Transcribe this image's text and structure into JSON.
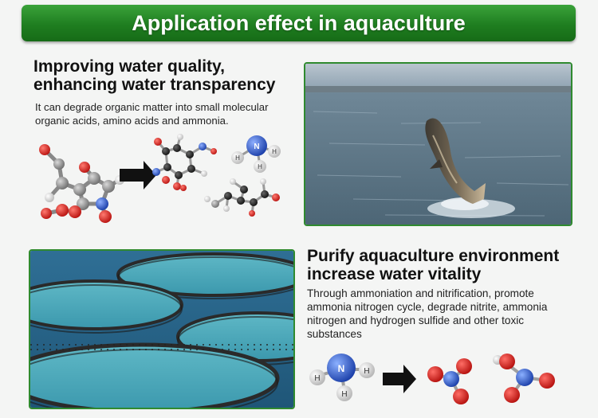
{
  "banner": {
    "title": "Application effect in aquaculture"
  },
  "section1": {
    "heading_lines": [
      "Improving water quality,",
      "enhancing water transparency"
    ],
    "body_lines": [
      "It can degrade organic matter  into small molecular",
      "organic acids, amino acids and ammonia."
    ]
  },
  "section2": {
    "heading_lines": [
      "Purify aquaculture environment",
      "increase water vitality"
    ],
    "body_lines": [
      "Through ammoniation and nitrification, promote",
      "ammonia nitrogen cycle, degrade nitrite, ammonia",
      "nitrogen and hydrogen sulfide and other toxic",
      "substances"
    ]
  },
  "ammonia": {
    "center": "N",
    "h": "H"
  },
  "images": {
    "top_right": "jumping-fish-photo",
    "bottom_left": "fish-farm-cages-photo"
  },
  "colors": {
    "accent": "#1f7e20",
    "oxygen": "#d4201e",
    "nitrogen": "#2457c9",
    "carbon": "#8e8e8e"
  }
}
